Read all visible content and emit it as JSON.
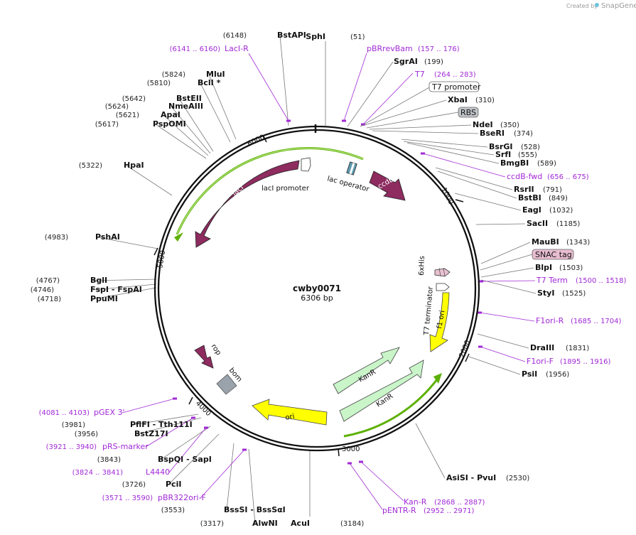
{
  "credit": {
    "created_by": "Created by",
    "brand": "SnapGene"
  },
  "plasmid": {
    "name": "cwby0071",
    "size": "6306 bp"
  },
  "ticks": [
    "1000",
    "2000",
    "3000",
    "4000",
    "5000",
    "6000"
  ],
  "sites": [
    {
      "name": "SphI",
      "pos": "(51)"
    },
    {
      "name": "SgrAI",
      "pos": "(199)"
    },
    {
      "name": "XbaI",
      "pos": "(310)"
    },
    {
      "name": "NdeI",
      "pos": "(350)"
    },
    {
      "name": "BseRI",
      "pos": "(374)"
    },
    {
      "name": "BsrGI",
      "pos": "(528)"
    },
    {
      "name": "SrfI",
      "pos": "(555)"
    },
    {
      "name": "BmgBI",
      "pos": "(589)"
    },
    {
      "name": "RsrII",
      "pos": "(791)"
    },
    {
      "name": "BstBI",
      "pos": "(849)"
    },
    {
      "name": "EagI",
      "pos": "(1032)"
    },
    {
      "name": "SacII",
      "pos": "(1185)"
    },
    {
      "name": "MauBI",
      "pos": "(1343)"
    },
    {
      "name": "BlpI",
      "pos": "(1503)"
    },
    {
      "name": "StyI",
      "pos": "(1525)"
    },
    {
      "name": "DraIII",
      "pos": "(1831)"
    },
    {
      "name": "PsiI",
      "pos": "(1956)"
    },
    {
      "name": "AsiSI  - PvuI",
      "pos": "(2530)"
    },
    {
      "name": "AcuI",
      "pos": "(3184)"
    },
    {
      "name": "AlwNI",
      "pos": "(3317)"
    },
    {
      "name": "BssSI  - BssSαI",
      "pos": "(3553)"
    },
    {
      "name": "PciI",
      "pos": "(3726)"
    },
    {
      "name": "BspQI  - SapI",
      "pos": "(3843)"
    },
    {
      "name": "BstZ17I",
      "pos": "(3956)"
    },
    {
      "name": "PflFI  - Tth111I",
      "pos": "(3981)"
    },
    {
      "name": "PpuMI",
      "pos": "(4718)"
    },
    {
      "name": "FspI  - FspAI",
      "pos": "(4746)"
    },
    {
      "name": "BglI",
      "pos": "(4767)"
    },
    {
      "name": "PshAI",
      "pos": "(4983)"
    },
    {
      "name": "HpaI",
      "pos": "(5322)"
    },
    {
      "name": "PspOMI",
      "pos": "(5617)"
    },
    {
      "name": "ApaI",
      "pos": "(5621)"
    },
    {
      "name": "NmeAIII",
      "pos": "(5624)"
    },
    {
      "name": "BstEII",
      "pos": "(5642)"
    },
    {
      "name": "BclI *",
      "pos": "(5810)"
    },
    {
      "name": "MluI",
      "pos": "(5824)"
    },
    {
      "name": "BstAPI",
      "pos": "(6148)"
    }
  ],
  "primers": [
    {
      "name": "pBRrevBam",
      "pos": "(157 .. 176)"
    },
    {
      "name": "T7",
      "pos": "(264 .. 283)"
    },
    {
      "name": "ccdB-fwd",
      "pos": "(656 .. 675)"
    },
    {
      "name": "T7 Term",
      "pos": "(1500 .. 1518)"
    },
    {
      "name": "F1ori-R",
      "pos": "(1685 .. 1704)"
    },
    {
      "name": "F1ori-F",
      "pos": "(1895 .. 1916)"
    },
    {
      "name": "Kan-R",
      "pos": "(2868 .. 2887)"
    },
    {
      "name": "pENTR-R",
      "pos": "(2952 .. 2971)"
    },
    {
      "name": "pBR322ori-F",
      "pos": "(3571 .. 3590)"
    },
    {
      "name": "L4440",
      "pos": "(3824 .. 3841)"
    },
    {
      "name": "pRS-marker",
      "pos": "(3921 .. 3940)"
    },
    {
      "name": "pGEX 3'",
      "pos": "(4081 .. 4103)"
    },
    {
      "name": "LacI-R",
      "pos": "(6141 .. 6160)"
    }
  ],
  "tags": {
    "t7_promoter": "T7 promoter",
    "rbs": "RBS",
    "snac": "SNAC tag"
  },
  "features": {
    "lacI": "lacI",
    "lacI_promoter": "lacI promoter",
    "lac_operator": "lac operator",
    "ccdB": "ccdB",
    "his": "6xHis",
    "t7_terminator": "T7 terminator",
    "f1_ori": "f1 ori",
    "kanR": "KanR",
    "ori": "ori",
    "rop": "rop",
    "bom": "bom"
  },
  "colors": {
    "lacI": "#8e2b5f",
    "ccdB": "#8e2b5f",
    "rop": "#8e2b5f",
    "kanR_fill": "#c9f5c9",
    "ori": "#ffff00",
    "f1_ori": "#ffff00",
    "bom": "#9aa3ab",
    "primer": "#a129d6",
    "backbone": "#111111",
    "orf_green": "#5db000"
  }
}
